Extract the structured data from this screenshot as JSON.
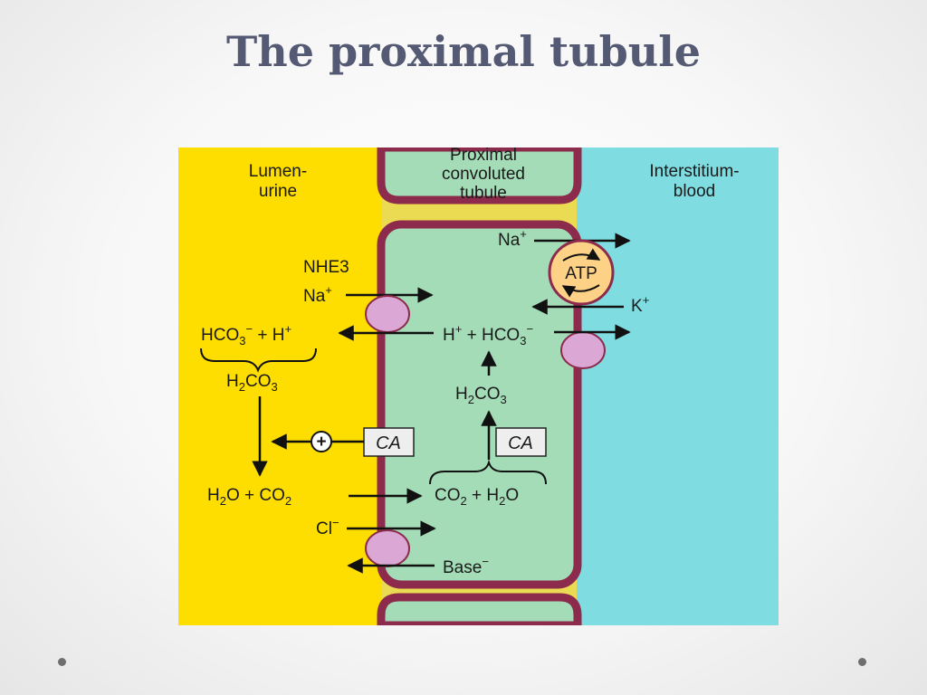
{
  "slide": {
    "title": "The proximal tubule"
  },
  "regions": {
    "lumen": {
      "line1": "Lumen-",
      "line2": "urine",
      "color": "#fedd00"
    },
    "tubule": {
      "line1": "Proximal",
      "line2": "convoluted",
      "line3": "tubule",
      "color": "#a3dcb7"
    },
    "interstitium": {
      "line1": "Interstitium-",
      "line2": "blood",
      "color": "#7fdde2"
    },
    "membrane_color": "#8c2b4b",
    "transporter_color": "#dba8d6",
    "pump_color": "#fdd286"
  },
  "labels": {
    "na_top": "Na",
    "na_top_charge": "+",
    "atp": "ATP",
    "k": "K",
    "k_charge": "+",
    "nhe3": "NHE3",
    "na_left": "Na",
    "na_left_charge": "+",
    "hco3_lumen": "HCO",
    "hco3_lumen_sub": "3",
    "hco3_lumen_charge": "−",
    "plus_h": " + H",
    "plus_h_charge": "+",
    "h_cell": "H",
    "h_cell_charge": "+",
    "plus_hco3_cell": " + HCO",
    "hco3_cell_sub": "3",
    "hco3_cell_charge": "−",
    "h2co3_lumen": "H",
    "h2co3_lumen_sub": "2",
    "h2co3_lumen_rest": "CO",
    "h2co3_lumen_sub2": "3",
    "h2co3_cell": "H",
    "h2co3_cell_sub": "2",
    "h2co3_cell_rest": "CO",
    "h2co3_cell_sub2": "3",
    "ca_left": "CA",
    "ca_right": "CA",
    "plus_sign": "+",
    "h2o_co2_a": "H",
    "h2o_co2_sub1": "2",
    "h2o_co2_b": "O + CO",
    "h2o_co2_sub2": "2",
    "co2_h2o_a": "CO",
    "co2_h2o_sub1": "2",
    "co2_h2o_b": " + H",
    "co2_h2o_sub2": "2",
    "co2_h2o_c": "O",
    "cl": "Cl",
    "cl_charge": "−",
    "base": "Base",
    "base_charge": "−"
  }
}
